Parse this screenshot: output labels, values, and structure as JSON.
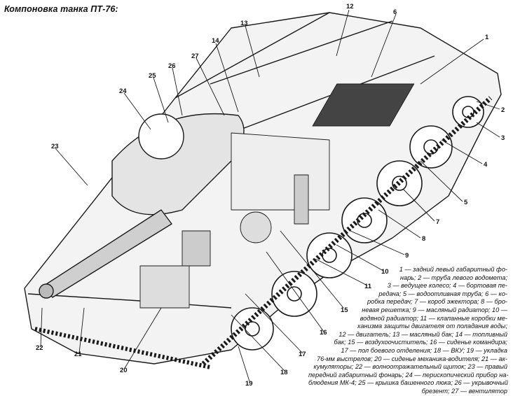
{
  "title": "Компоновка танка ПТ-76:",
  "callouts": [
    "1",
    "2",
    "3",
    "4",
    "5",
    "6",
    "7",
    "8",
    "9",
    "10",
    "11",
    "12",
    "13",
    "14",
    "15",
    "16",
    "17",
    "18",
    "19",
    "20",
    "21",
    "22",
    "23",
    "24",
    "25",
    "26",
    "27"
  ],
  "caption_lines": [
    "1 — задний левый габаритный фо-",
    "нарь; 2 — труба левого водомета;",
    "3 — ведущее колесо; 4 — бортовая пе-",
    "редача; 5 — водоотливная труба; 6 — ко-",
    "робка передач; 7 — короб эжектора; 8 — бро-",
    "невая решетка; 9 — масляный радиатор; 10 —",
    "водяной радиатор; 11 — клапанные коробки ме-",
    "ханизма защиты двигателя от поладания воды;",
    "12 — двигатель; 13 — масляный бак; 14 — топливный",
    "бак; 15 — воздухоочиститель; 16 — сиденье командира;",
    "17 — пол боевого отделения; 18 — ВКУ; 19 — укладка",
    "76-мм выстрелов; 20 — сиденье механика-водителя; 21 — ак-",
    "кумуляторы; 22 — волноотражательный щиток; 23 — правый",
    "передний габаритный фонарь; 24 — перископический прибор на-",
    "блюдения МК-4; 25 — крышка башенного люка; 26 — укрывочный",
    "брезент; 27 — вентилятор"
  ]
}
